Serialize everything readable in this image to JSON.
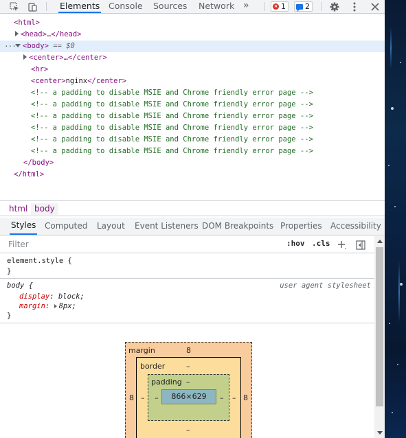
{
  "toolbar": {
    "tabs": [
      "Elements",
      "Console",
      "Sources",
      "Network"
    ],
    "more": "»",
    "error_count": "1",
    "message_count": "2"
  },
  "dom": {
    "lines": [
      "<html>",
      "<head>…</head>",
      "<body>",
      "== $0",
      "<center>…</center>",
      "<hr>",
      "<center>",
      "nginx",
      "</center>",
      "<!-- a padding to disable MSIE and Chrome friendly error page -->",
      "</body>",
      "</html>"
    ]
  },
  "breadcrumb": [
    "html",
    "body"
  ],
  "styles_tabs": [
    "Styles",
    "Computed",
    "Layout",
    "Event Listeners",
    "DOM Breakpoints",
    "Properties",
    "Accessibility"
  ],
  "filter": {
    "placeholder": "Filter",
    "hov": ":hov",
    "cls": ".cls"
  },
  "rules": {
    "element_style": "element.style {",
    "close": "}",
    "body_selector": "body {",
    "origin": "user agent stylesheet",
    "display_prop": "display",
    "display_val": "block;",
    "margin_prop": "margin",
    "margin_val": "8px;"
  },
  "box_model": {
    "margin_label": "margin",
    "margin_top": "8",
    "margin_left": "8",
    "margin_right": "8",
    "border_label": "border",
    "border_top": "–",
    "border_left": "–",
    "border_right": "–",
    "border_bottom": "–",
    "padding_label": "padding",
    "padding_top": "–",
    "padding_left": "–",
    "padding_right": "–",
    "content": "866×629"
  }
}
